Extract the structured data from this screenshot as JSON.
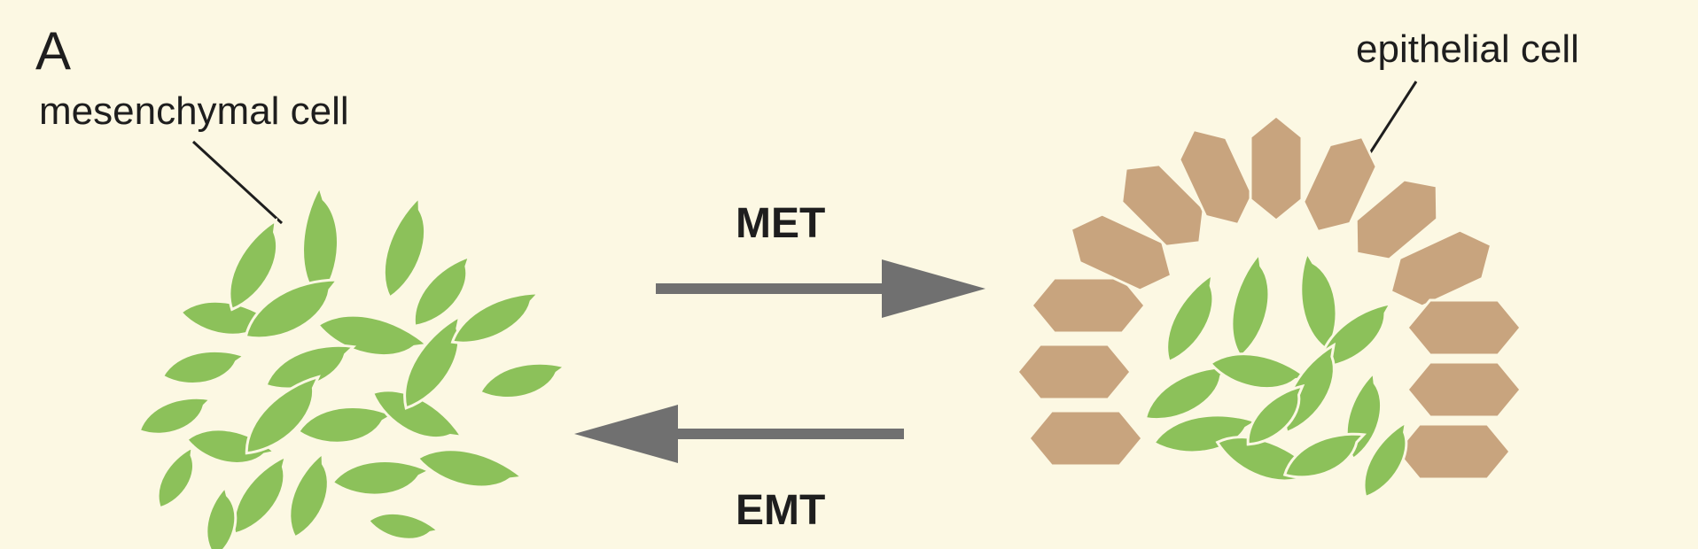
{
  "panel_label": "A",
  "labels": {
    "mesenchymal": "mesenchymal cell",
    "epithelial": "epithelial cell"
  },
  "processes": {
    "forward": "MET",
    "reverse": "EMT"
  },
  "colors": {
    "background": "#fcf8e3",
    "mesenchymal_cell": "#8cc15a",
    "epithelial_cell": "#c8a47e",
    "arrow": "#707070",
    "text": "#1e1e1e"
  }
}
